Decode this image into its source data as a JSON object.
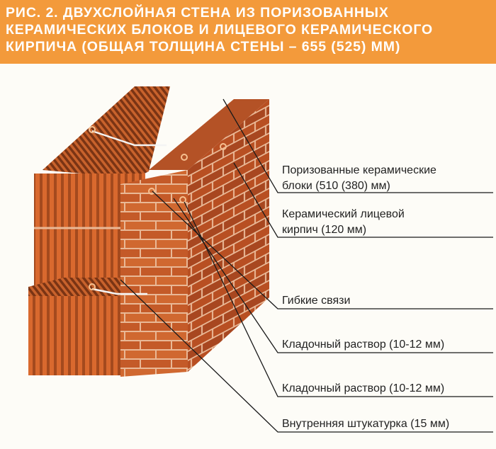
{
  "figure": {
    "title_lines": [
      "РИС. 2. ДВУХСЛОЙНАЯ СТЕНА ИЗ ПОРИЗОВАННЫХ",
      "КЕРАМИЧЕСКИХ БЛОКОВ И ЛИЦЕВОГО КЕРАМИЧЕСКОГО",
      "КИРПИЧА (ОБЩАЯ ТОЛЩИНА СТЕНЫ – 655 (525) ММ)"
    ]
  },
  "labels": [
    {
      "lines": [
        "Поризованные керамические",
        "блоки (510 (380) мм)"
      ]
    },
    {
      "lines": [
        "Керамический лицевой",
        "кирпич (120 мм)"
      ]
    },
    {
      "lines": [
        "Гибкие связи"
      ]
    },
    {
      "lines": [
        "Кладочный раствор (10-12 мм)"
      ]
    },
    {
      "lines": [
        "Кладочный раствор (10-12 мм)"
      ]
    },
    {
      "lines": [
        "Внутренняя штукатурка (15 мм)"
      ]
    }
  ],
  "colors": {
    "header": "#f39a3b",
    "brick": "#c45a28",
    "brick_light": "#de7a3c",
    "block_dark": "#6e2f12",
    "mortar": "#e9b896",
    "leader": "#1a1a1a"
  }
}
